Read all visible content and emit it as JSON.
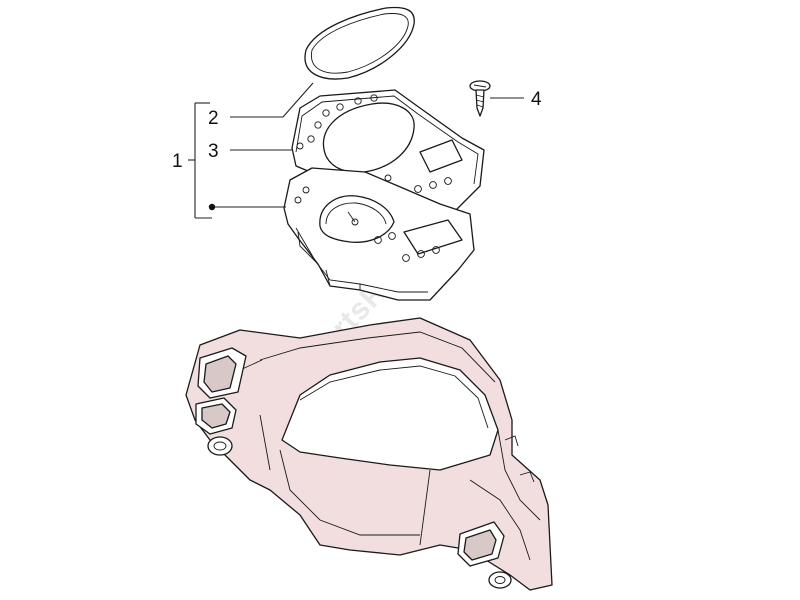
{
  "callouts": {
    "c1": "1",
    "c2": "2",
    "c3": "3",
    "c4": "4"
  },
  "watermark": "PartsRepublik",
  "colors": {
    "body_fill": "#f2dede",
    "line": "#1a1a1a",
    "gauge_fill": "#ffffff"
  }
}
